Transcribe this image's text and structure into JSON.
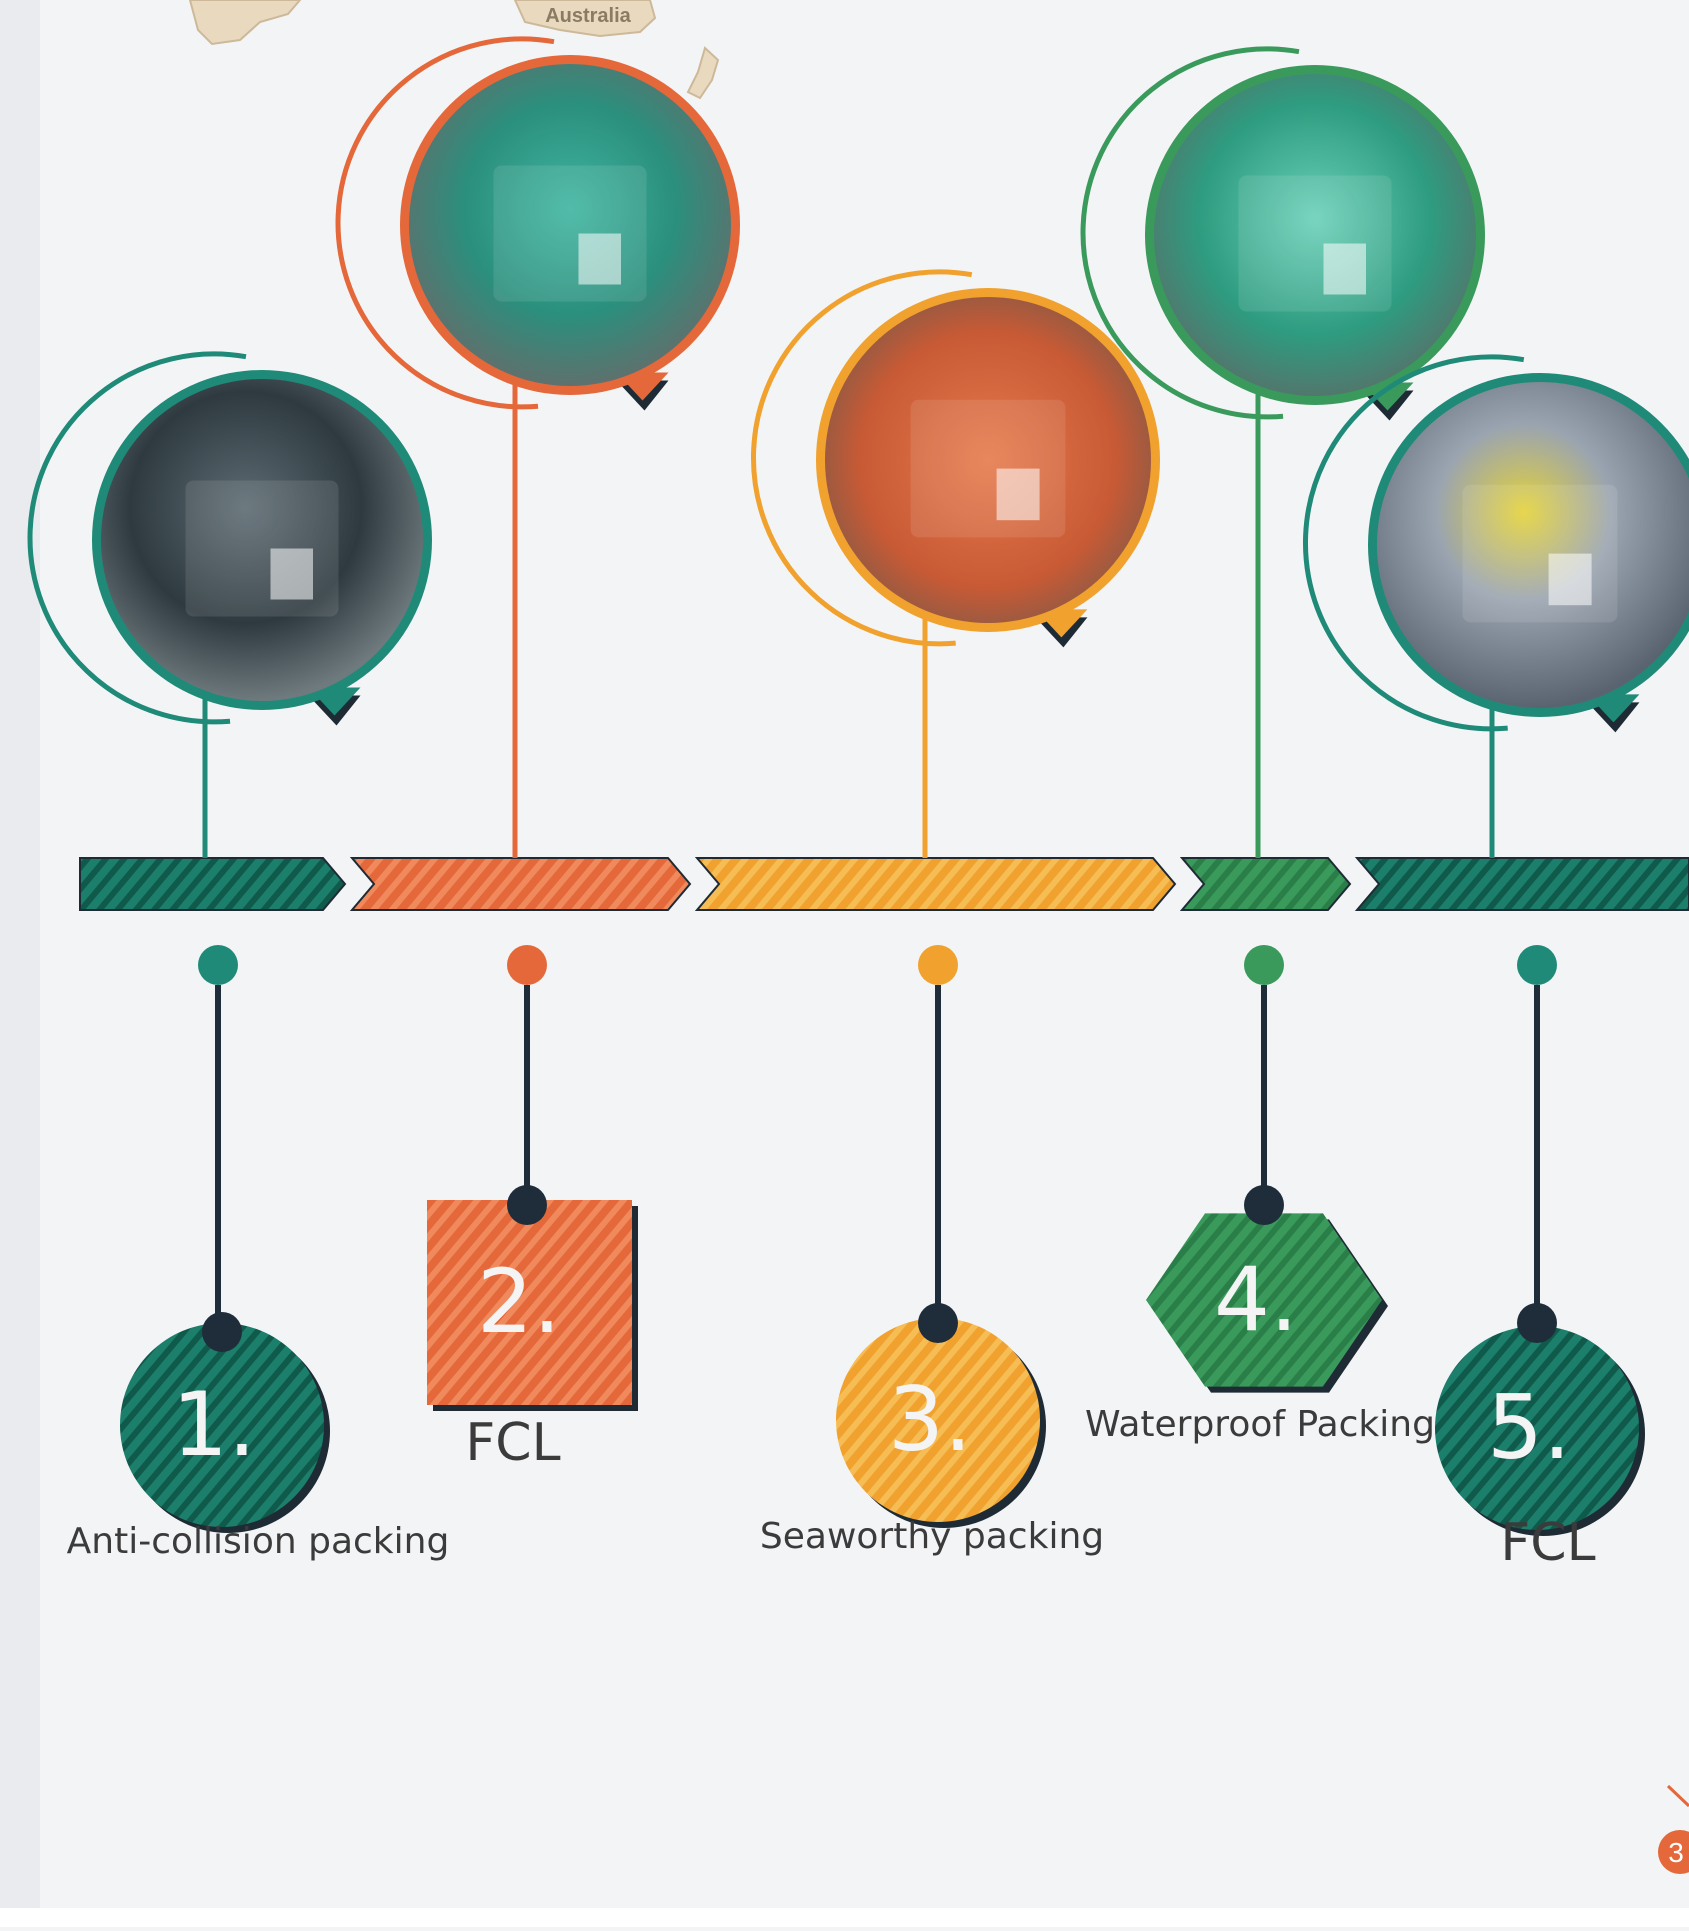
{
  "map_label": "Australia",
  "colors": {
    "teal": "#1f8a78",
    "teal_dark": "#156e5e",
    "orange": "#e4683a",
    "amber": "#f0a12e",
    "green": "#3a9a5c",
    "ink": "#1f2d3a"
  },
  "steps": [
    {
      "number": "1.",
      "label": "Anti-collision packing",
      "shape": "circle",
      "color": "teal",
      "photo": "machines-wrapped-in-plastic"
    },
    {
      "number": "2.",
      "label": "FCL",
      "shape": "square",
      "color": "orange",
      "photo": "machine-loaded-in-container"
    },
    {
      "number": "3.",
      "label": "Seaworthy packing",
      "shape": "circle",
      "color": "amber",
      "photo": "wooden-crate"
    },
    {
      "number": "4.",
      "label": "Waterproof Packing",
      "shape": "hexagon",
      "color": "green",
      "photo": "stretch-wrapped-pallet"
    },
    {
      "number": "5.",
      "label": "FCL",
      "shape": "circle",
      "color": "teal",
      "photo": "drum-loaded-on-truck"
    }
  ],
  "page_badge": "3"
}
